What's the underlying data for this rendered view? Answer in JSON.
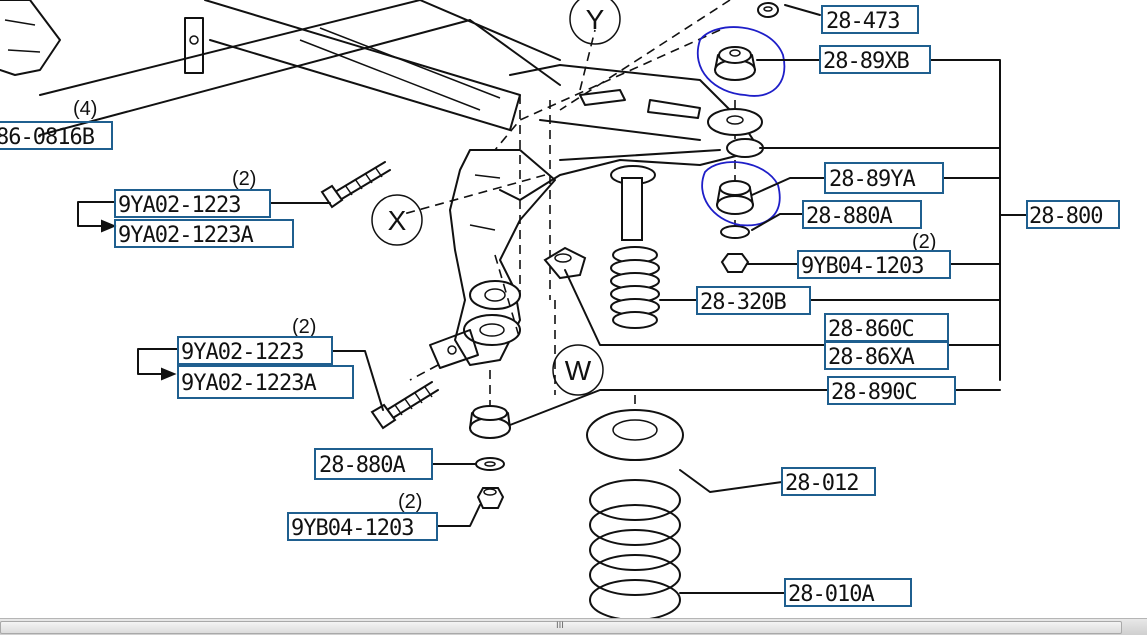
{
  "parts": {
    "p28_473": "28-473",
    "p28_89XB": "28-89XB",
    "p86_0816B": "86-0816B",
    "p9YA02_1223_upper": "9YA02-1223",
    "p9YA02_1223A_upper": "9YA02-1223A",
    "p28_89YA": "28-89YA",
    "p28_880A_upper": "28-880A",
    "p28_800": "28-800",
    "p9YB04_1203_upper": "9YB04-1203",
    "p28_320B": "28-320B",
    "p28_860C": "28-860C",
    "p28_86XA": "28-86XA",
    "p9YA02_1223_lower": "9YA02-1223",
    "p9YA02_1223A_lower": "9YA02-1223A",
    "p28_890C": "28-890C",
    "p28_880A_lower": "28-880A",
    "p28_012": "28-012",
    "p9YB04_1203_lower": "9YB04-1203",
    "p28_010A": "28-010A"
  },
  "quantities": {
    "q_86_0816B": "(4)",
    "q_upper_bolt": "(2)",
    "q_upper_nut": "(2)",
    "q_lower_bolt": "(2)",
    "q_lower_nut": "(2)"
  },
  "callouts": {
    "x": "X",
    "y": "Y",
    "w": "W"
  },
  "colors": {
    "label_box": "#1f5f8f",
    "handwritten_circle": "#1e1ec8",
    "ink": "#111111"
  },
  "scrollbar": {
    "grip": "III"
  }
}
